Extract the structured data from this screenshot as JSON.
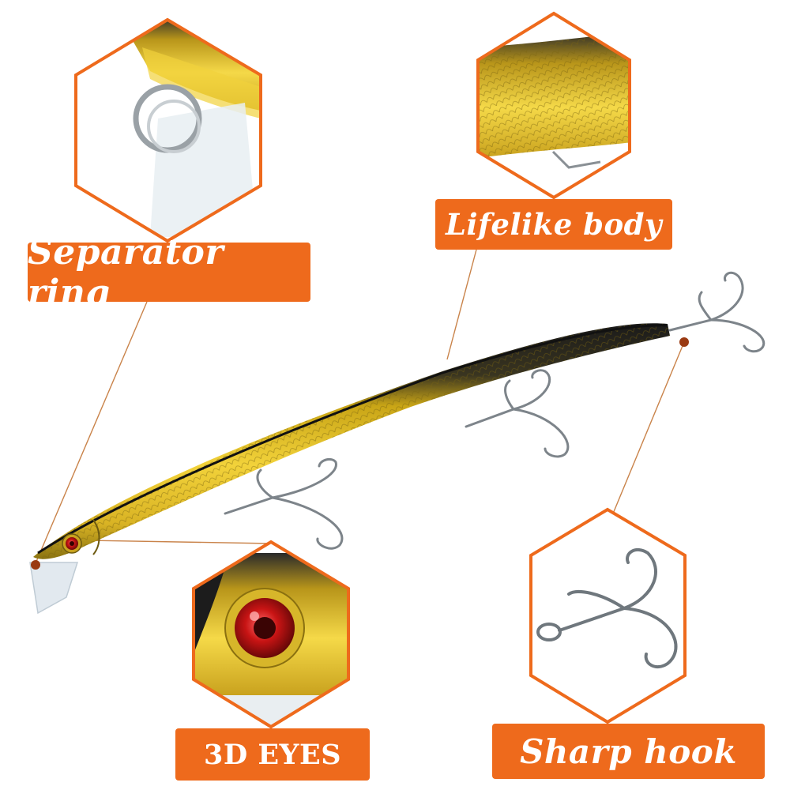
{
  "accent_color": "#ee6a1c",
  "callouts": {
    "separator_ring": "Separator ring",
    "lifelike_body": "Lifelike body",
    "eyes": "3D EYES",
    "hook": "Sharp hook"
  },
  "icons": [
    "separator-ring-closeup",
    "lifelike-body-closeup",
    "eye-closeup",
    "treble-hook-closeup",
    "fishing-lure"
  ]
}
